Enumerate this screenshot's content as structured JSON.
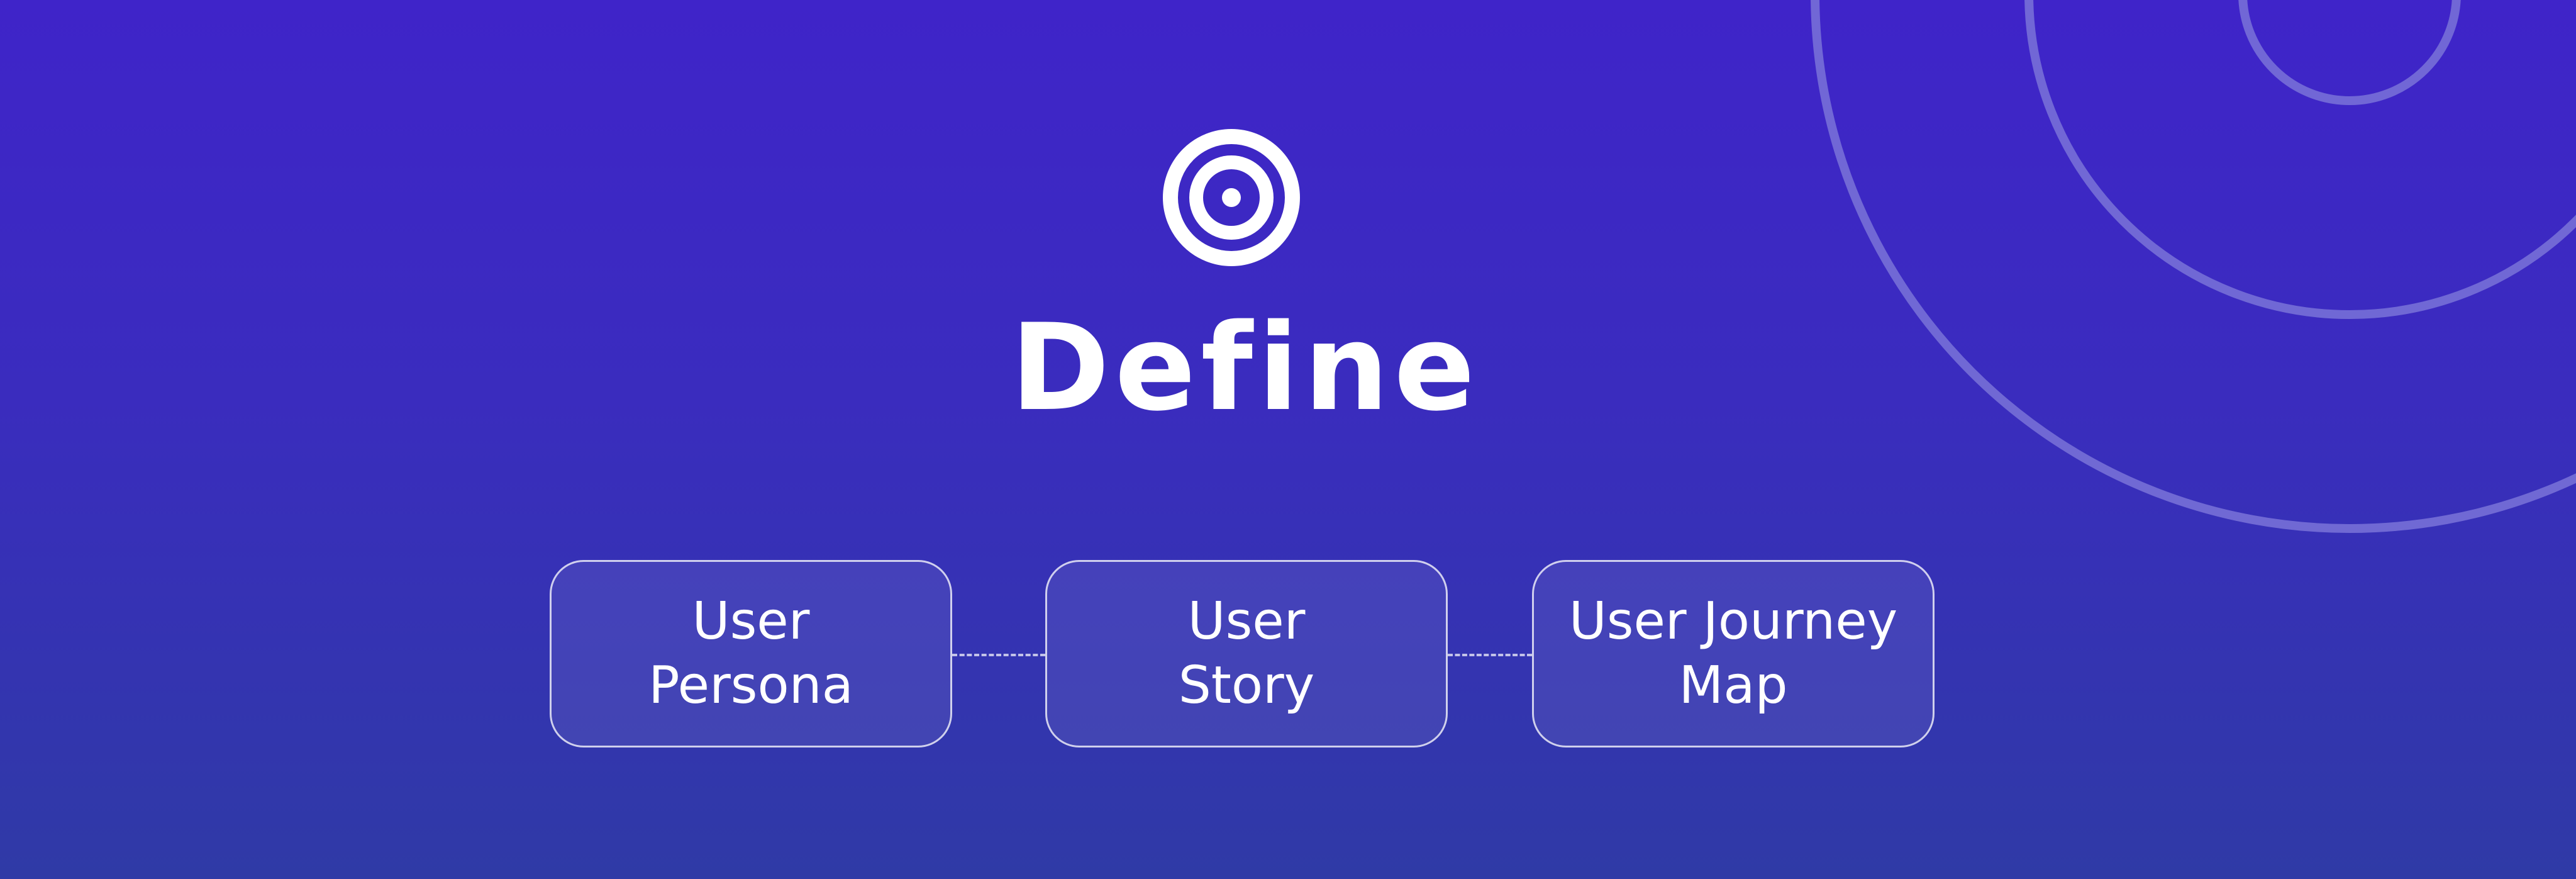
{
  "title": "Define",
  "icon": "target-icon",
  "nodes": [
    {
      "line1": "User",
      "line2": "Persona"
    },
    {
      "line1": "User",
      "line2": "Story"
    },
    {
      "line1": "User Journey",
      "line2": "Map"
    }
  ],
  "colors": {
    "background_top": "#3f24c9",
    "background_bottom": "#2f3aa6",
    "text": "#ffffff",
    "decorative_rings": "#7a73d8"
  }
}
